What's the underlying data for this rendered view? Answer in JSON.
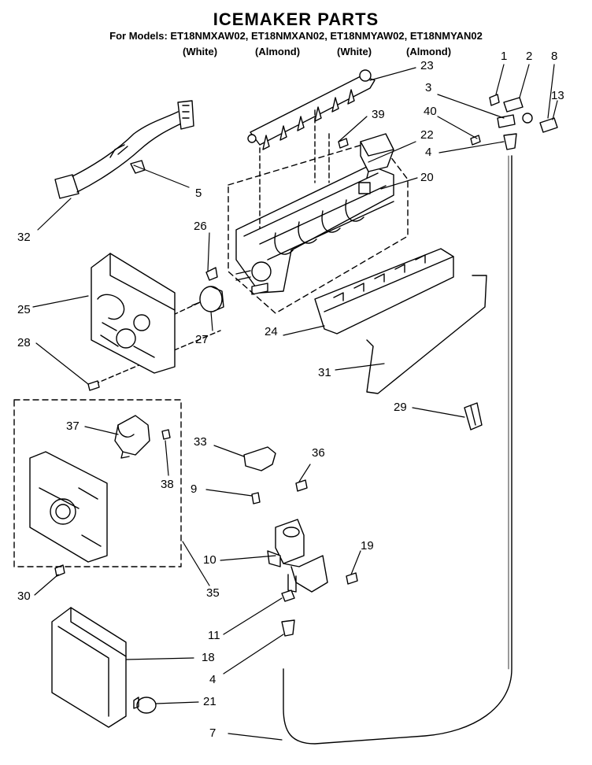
{
  "header": {
    "title": "ICEMAKER PARTS",
    "models": "For Models: ET18NMXAW02, ET18NMXAN02, ET18NMYAW02, ET18NMYAN02",
    "variants": [
      "(White)",
      "(Almond)",
      "(White)",
      "(Almond)"
    ]
  },
  "callouts": [
    "1",
    "2",
    "8",
    "3",
    "13",
    "23",
    "39",
    "40",
    "22",
    "4",
    "5",
    "20",
    "32",
    "26",
    "25",
    "27",
    "28",
    "24",
    "31",
    "29",
    "37",
    "33",
    "36",
    "38",
    "9",
    "10",
    "19",
    "30",
    "35",
    "11",
    "18",
    "4",
    "21",
    "7"
  ]
}
